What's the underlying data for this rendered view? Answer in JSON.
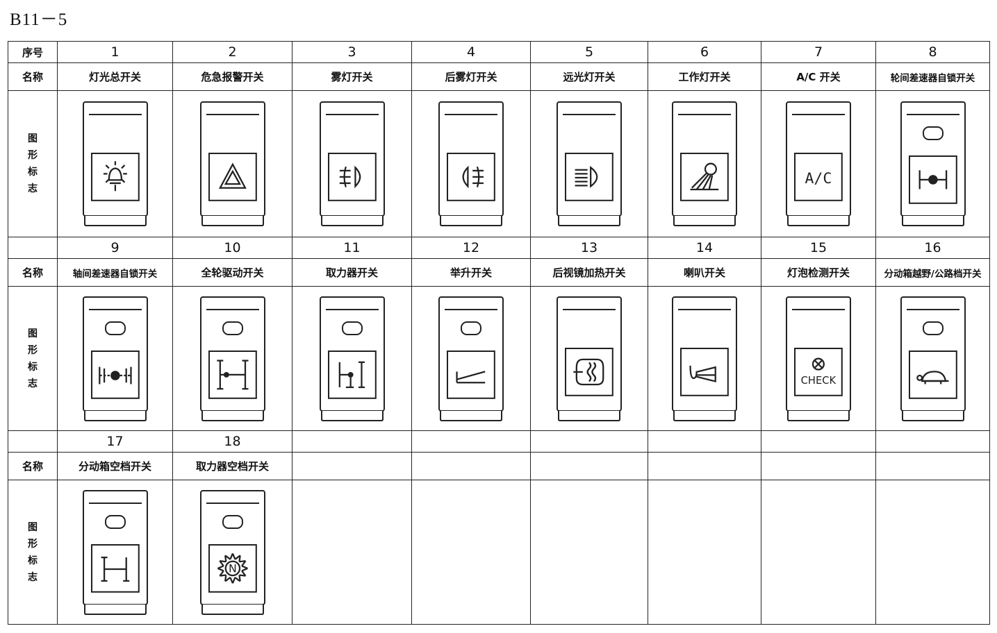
{
  "document": {
    "title": "B11－5"
  },
  "labels": {
    "seq": "序号",
    "name": "名称",
    "symbol": "图形标志"
  },
  "rows": [
    {
      "items": [
        {
          "num": "1",
          "name": "灯光总开关",
          "icon": "sun-lamp-icon",
          "indicator": false
        },
        {
          "num": "2",
          "name": "危急报警开关",
          "icon": "hazard-triangle-icon",
          "indicator": false
        },
        {
          "num": "3",
          "name": "雾灯开关",
          "icon": "front-fog-lamp-icon",
          "indicator": false
        },
        {
          "num": "4",
          "name": "后雾灯开关",
          "icon": "rear-fog-lamp-icon",
          "indicator": false
        },
        {
          "num": "5",
          "name": "远光灯开关",
          "icon": "high-beam-icon",
          "indicator": false
        },
        {
          "num": "6",
          "name": "工作灯开关",
          "icon": "work-lamp-icon",
          "indicator": false
        },
        {
          "num": "7",
          "name": "A/C 开关",
          "icon": "ac-icon",
          "indicator": false,
          "text": "A/C"
        },
        {
          "num": "8",
          "name": "轮间差速器自锁开关",
          "icon": "wheel-diff-lock-icon",
          "indicator": true
        }
      ]
    },
    {
      "items": [
        {
          "num": "9",
          "name": "轴间差速器自锁开关",
          "icon": "axle-diff-lock-icon",
          "indicator": true
        },
        {
          "num": "10",
          "name": "全轮驱动开关",
          "icon": "all-wheel-drive-icon",
          "indicator": true
        },
        {
          "num": "11",
          "name": "取力器开关",
          "icon": "pto-icon",
          "indicator": true
        },
        {
          "num": "12",
          "name": "举升开关",
          "icon": "lift-icon",
          "indicator": true
        },
        {
          "num": "13",
          "name": "后视镜加热开关",
          "icon": "mirror-heat-icon",
          "indicator": false
        },
        {
          "num": "14",
          "name": "喇叭开关",
          "icon": "horn-icon",
          "indicator": false
        },
        {
          "num": "15",
          "name": "灯泡检测开关",
          "icon": "bulb-check-icon",
          "indicator": false,
          "text": "CHECK"
        },
        {
          "num": "16",
          "name": "分动箱越野/公路档开关",
          "icon": "turtle-icon",
          "indicator": true
        }
      ]
    },
    {
      "items": [
        {
          "num": "17",
          "name": "分动箱空档开关",
          "icon": "transfer-neutral-icon",
          "indicator": true
        },
        {
          "num": "18",
          "name": "取力器空档开关",
          "icon": "pto-neutral-icon",
          "indicator": true,
          "text": "N"
        },
        {
          "num": "",
          "name": "",
          "icon": "",
          "indicator": false
        },
        {
          "num": "",
          "name": "",
          "icon": "",
          "indicator": false
        },
        {
          "num": "",
          "name": "",
          "icon": "",
          "indicator": false
        },
        {
          "num": "",
          "name": "",
          "icon": "",
          "indicator": false
        },
        {
          "num": "",
          "name": "",
          "icon": "",
          "indicator": false
        },
        {
          "num": "",
          "name": "",
          "icon": "",
          "indicator": false
        }
      ]
    }
  ]
}
